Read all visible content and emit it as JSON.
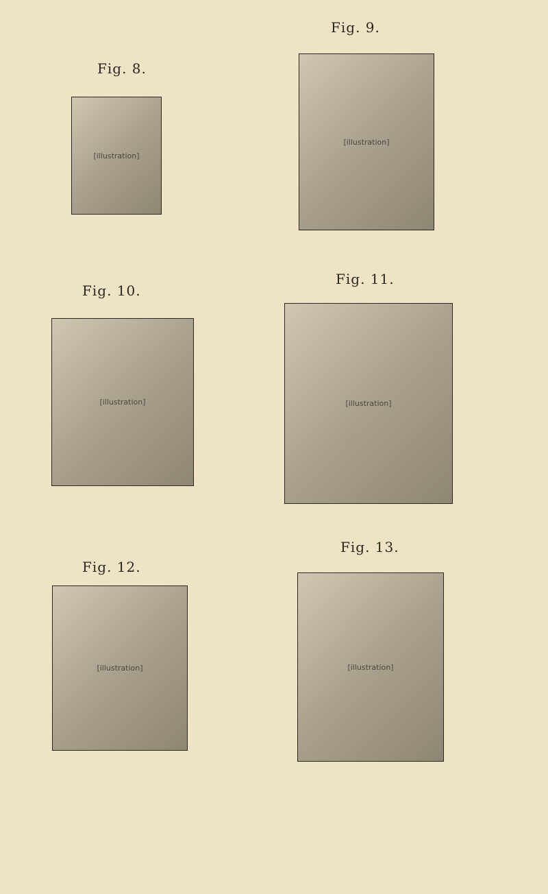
{
  "page": {
    "background": "#efe3c6"
  },
  "figures": [
    {
      "label": "Fig. 8.",
      "placeholder": "[illustration]"
    },
    {
      "label": "Fig. 9.",
      "placeholder": "[illustration]"
    },
    {
      "label": "Fig. 10.",
      "placeholder": "[illustration]"
    },
    {
      "label": "Fig. 11.",
      "placeholder": "[illustration]"
    },
    {
      "label": "Fig. 12.",
      "placeholder": "[illustration]"
    },
    {
      "label": "Fig. 13.",
      "placeholder": "[illustration]"
    }
  ]
}
